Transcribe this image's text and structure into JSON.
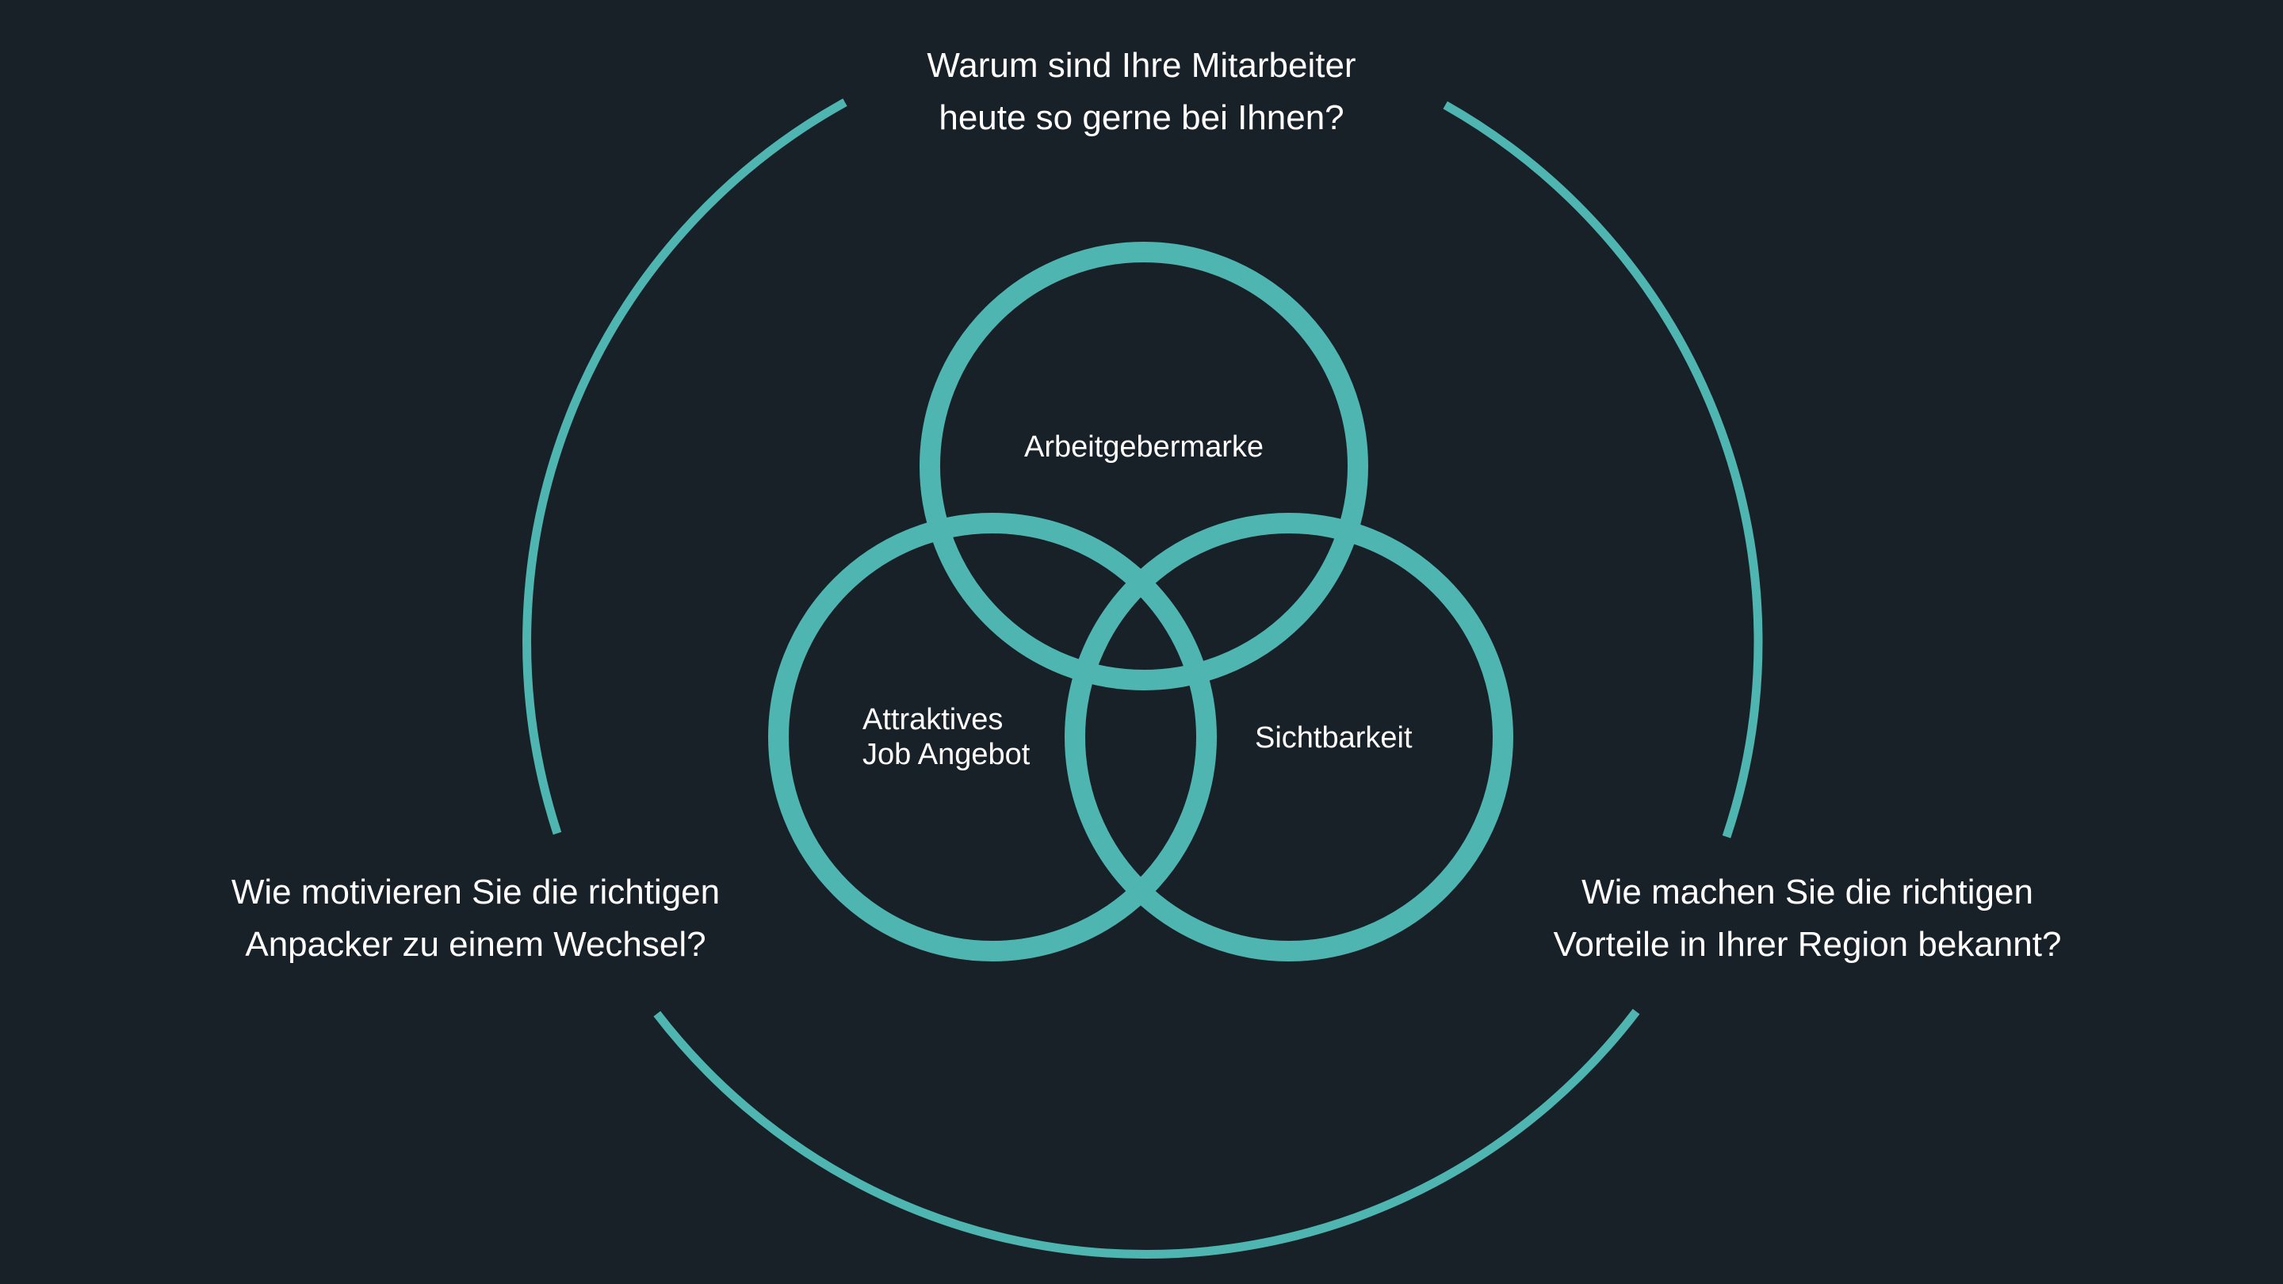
{
  "colors": {
    "background": "#182028",
    "accent": "#4eb5b1",
    "text": "#ffffff"
  },
  "questions": {
    "top": "Warum sind Ihre Mitarbeiter\nheute so gerne bei Ihnen?",
    "left": "Wie motivieren Sie die richtigen\nAnpacker zu einem Wechsel?",
    "right": "Wie machen Sie die richtigen\nVorteile in Ihrer Region bekannt?"
  },
  "circles": {
    "top": "Arbeitgebermarke",
    "left": "Attraktives\nJob Angebot",
    "right": "Sichtbarkeit"
  }
}
